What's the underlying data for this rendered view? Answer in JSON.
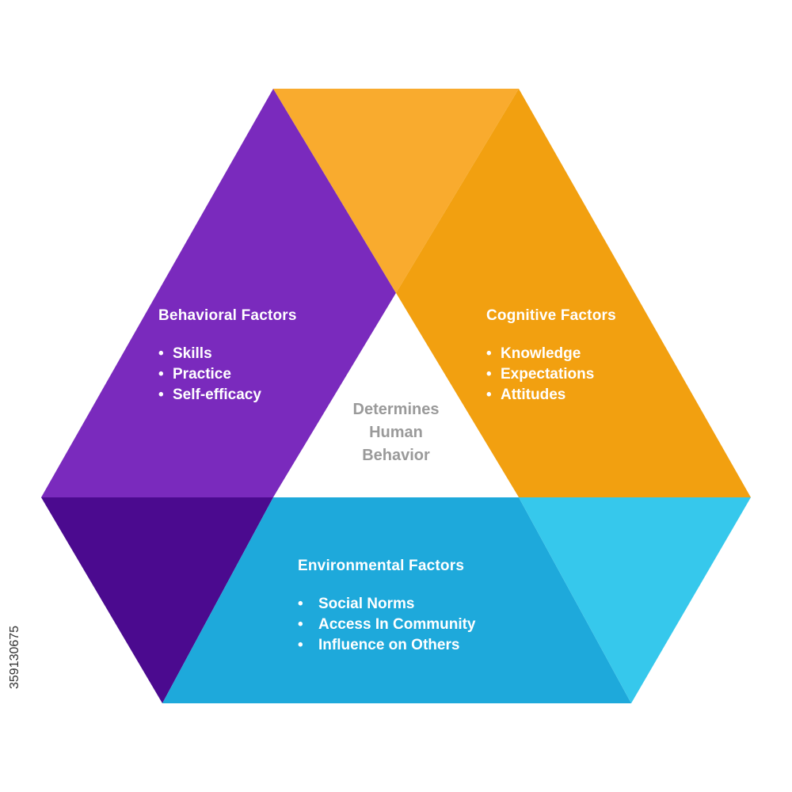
{
  "colors": {
    "purple": "#7a2abd",
    "purple_dark": "#4b0a8f",
    "orange": "#f2a010",
    "orange_light": "#f9ab2e",
    "blue": "#1ea9db",
    "blue_light": "#36c8ec",
    "center_text": "#9a9a9a"
  },
  "center": {
    "line1": "Determines",
    "line2": "Human",
    "line3": "Behavior"
  },
  "behavioral": {
    "title": "Behavioral Factors",
    "items": [
      "Skills",
      "Practice",
      "Self-efficacy"
    ]
  },
  "cognitive": {
    "title": "Cognitive Factors",
    "items": [
      "Knowledge",
      "Expectations",
      "Attitudes"
    ]
  },
  "environmental": {
    "title": "Environmental Factors",
    "items": [
      "Social Norms",
      "Access In Community",
      "Influence on Others"
    ]
  },
  "watermark": {
    "id_text": "359130675"
  }
}
